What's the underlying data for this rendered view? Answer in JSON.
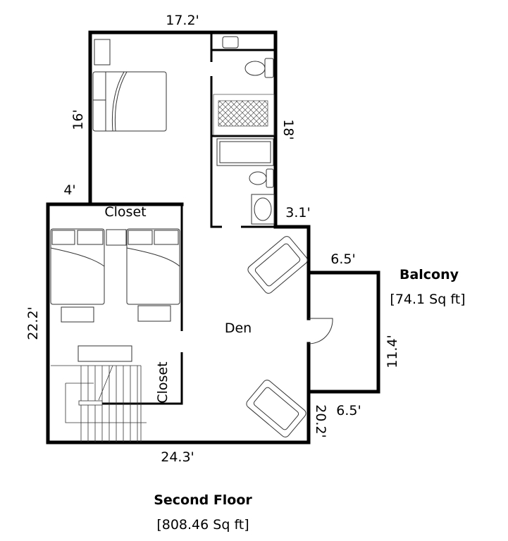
{
  "plan": {
    "title": "Second Floor",
    "area": "[808.46 Sq ft]",
    "rooms": {
      "den": "Den",
      "closet_top": "Closet",
      "closet_side": "Closet",
      "balcony": "Balcony",
      "balcony_area": "[74.1 Sq ft]"
    },
    "dimensions": {
      "top": "17.2'",
      "left_upper": "16'",
      "right_upper": "18'",
      "step_left": "4'",
      "step_right": "3.1'",
      "balcony_top": "6.5'",
      "balcony_right": "11.4'",
      "balcony_bottom": "6.5'",
      "right_lower": "20.2'",
      "left_lower": "22.2'",
      "bottom": "24.3'"
    }
  }
}
